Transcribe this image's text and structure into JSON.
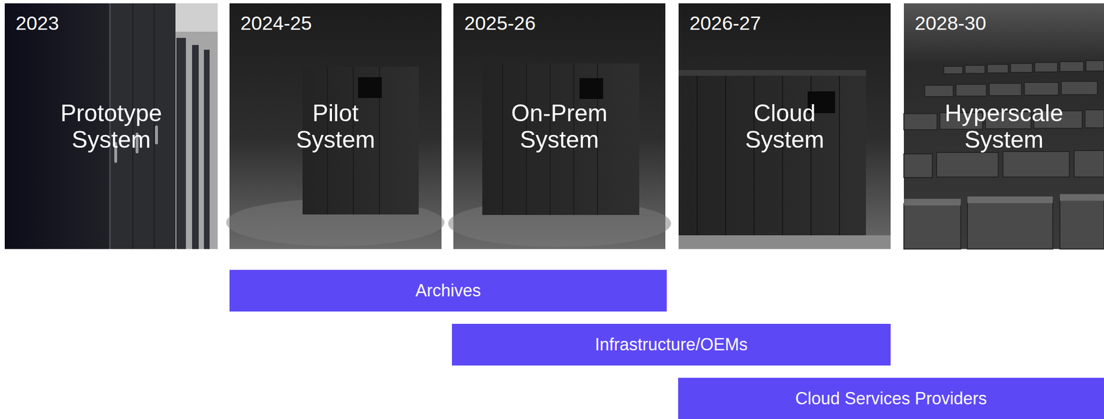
{
  "diagram": {
    "nodes": [
      {
        "text": [
          "2023",
          "Prototype System"
        ]
      },
      {
        "text": [
          "2024-25",
          "Pilot System"
        ]
      },
      {
        "text": [
          "2025-26",
          "On-Prem System"
        ]
      },
      {
        "text": [
          "2026-27",
          "Cloud System"
        ]
      },
      {
        "text": [
          "2028-30",
          "Hyperscale System"
        ]
      },
      {
        "text": [
          "Archives"
        ]
      },
      {
        "text": [
          "Infrastructure/OEMs"
        ]
      },
      {
        "text": [
          "Cloud Services Providers"
        ]
      }
    ]
  }
}
